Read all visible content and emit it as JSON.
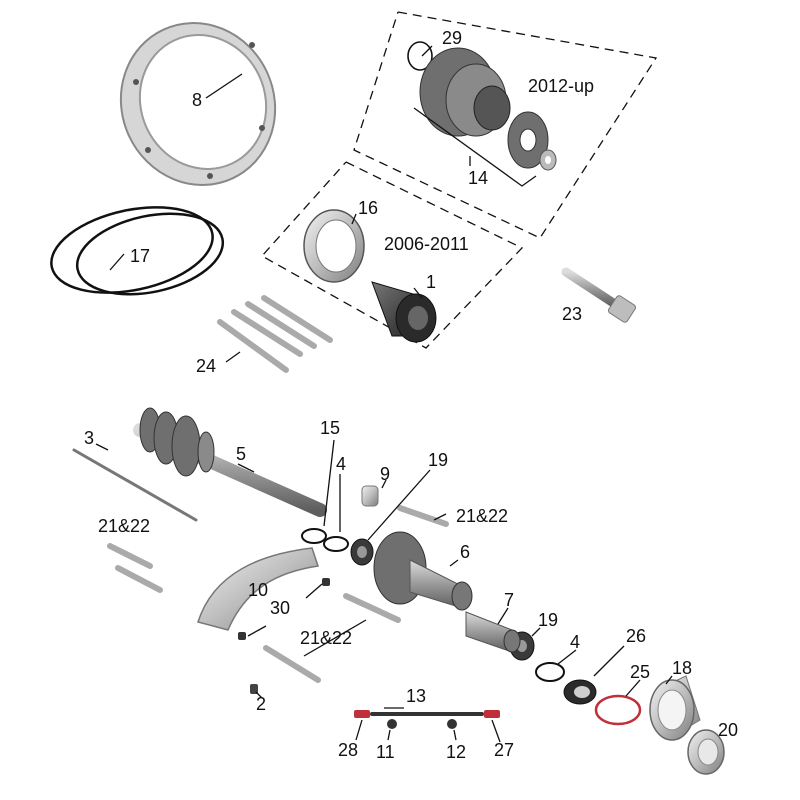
{
  "labels": {
    "p1": "1",
    "p2": "2",
    "p3": "3",
    "p4a": "4",
    "p4b": "4",
    "p5": "5",
    "p6": "6",
    "p7": "7",
    "p8": "8",
    "p9": "9",
    "p10": "10",
    "p11": "11",
    "p12": "12",
    "p13": "13",
    "p14": "14",
    "p15": "15",
    "p16": "16",
    "p17": "17",
    "p18": "18",
    "p19a": "19",
    "p19b": "19",
    "p20": "20",
    "p21a": "21&22",
    "p21b": "21&22",
    "p21c": "21&22",
    "p23": "23",
    "p24": "24",
    "p25": "25",
    "p26": "26",
    "p27": "27",
    "p28": "28",
    "p29": "29",
    "p30": "30"
  },
  "groups": {
    "late": "2012-up",
    "early": "2006-2011"
  },
  "colors": {
    "metal_light": "#e6e6e6",
    "metal_mid": "#a8a8a8",
    "metal_dark": "#5a5a5a",
    "accent_red": "#c0303a",
    "ink": "#111111"
  }
}
